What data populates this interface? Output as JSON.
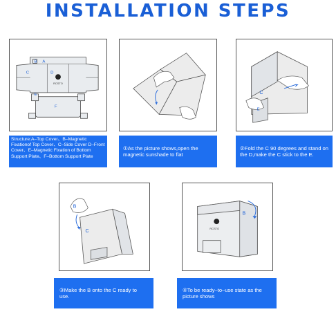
{
  "title": "INSTALLATION STEPS",
  "panels": {
    "p1": {
      "labels": [
        "B",
        "A",
        "C",
        "D",
        "E",
        "F"
      ],
      "logo": "RCSTO",
      "caption": "Structure:A–Top Cover、B–Magnetic Fixationof Top Cover、C–Side Cover D–Front Cover、E–Magnetic Fixation of Bottom Support Plate、F–Bottom Support Plate"
    },
    "p2": {
      "caption": "①As the picture shows,open the magnetic sunshade to flat"
    },
    "p3": {
      "labels": [
        "C",
        "E"
      ],
      "caption": "②Fold the C 90 degrees and stand on the D,make the C stick to the E."
    },
    "p4": {
      "labels": [
        "B",
        "C"
      ],
      "caption": "③Make the B onto the C ready to use."
    },
    "p5": {
      "labels": [
        "B"
      ],
      "logo": "RCSTO",
      "caption": "④To be ready–to–use state as the picture shows"
    }
  },
  "colors": {
    "title": "#1a5fd6",
    "caption_bg": "#1e6ff0",
    "caption_text": "#ffffff",
    "arrow": "#2f6fdc"
  }
}
